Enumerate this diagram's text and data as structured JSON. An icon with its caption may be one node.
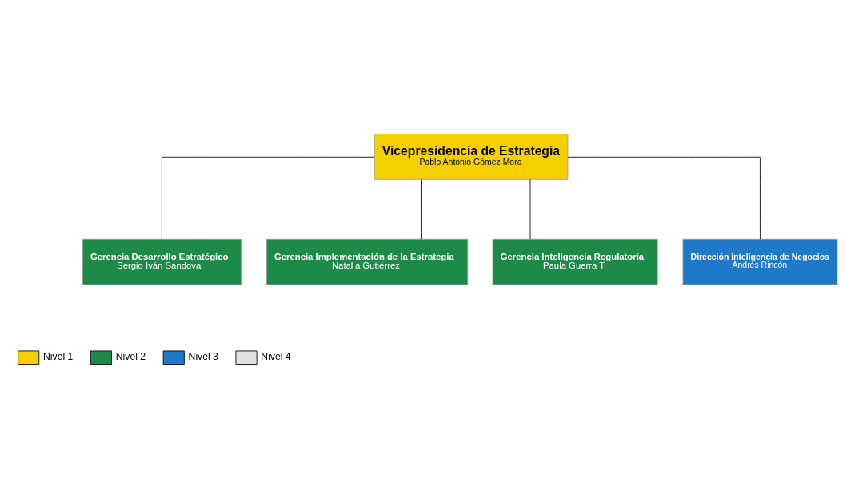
{
  "diagram": {
    "nodes": [
      {
        "text": [
          "Vicepresidencia de Estrategia",
          "Pablo Antonio Gómez Mora"
        ]
      },
      {
        "text": [
          "Gerencia Desarrollo Estratégico",
          "Sergio Iván Sandoval"
        ]
      },
      {
        "text": [
          "Gerencia Implementación de la Estrategia",
          "Natalia Gutiérrez"
        ]
      },
      {
        "text": [
          "Gerencia Inteligencia Regulatoria",
          "Paula Guerra T"
        ]
      },
      {
        "text": [
          "Dirección Inteligencia de Negocios",
          "Andrés Rincón"
        ]
      }
    ],
    "edges": [
      {
        "from": 0,
        "to": 1,
        "arrow": "none"
      },
      {
        "from": 0,
        "to": 2,
        "arrow": "none"
      },
      {
        "from": 0,
        "to": 3,
        "arrow": "none"
      },
      {
        "from": 0,
        "to": 4,
        "arrow": "none"
      }
    ],
    "legend": [
      {
        "text": "Nivel 1",
        "color": "#f5d000"
      },
      {
        "text": "Nivel 2",
        "color": "#1e8a4a"
      },
      {
        "text": "Nivel 3",
        "color": "#1f78c8"
      },
      {
        "text": "Nivel 4",
        "color": "#e0e0e0"
      }
    ]
  }
}
